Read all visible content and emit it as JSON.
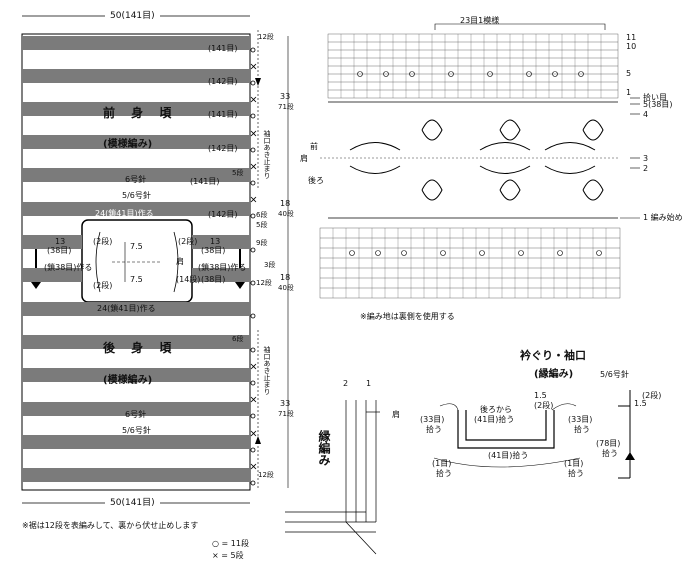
{
  "garment": {
    "top_width": "50(141目)",
    "bottom_width": "50(141目)",
    "front": {
      "title": "前 身 頃",
      "pattern": "(模様編み)",
      "needle": "6号針",
      "needle_alt": "5/6号針"
    },
    "back": {
      "title": "後 身 頃",
      "pattern": "(模様編み)",
      "needle": "6号針",
      "needle_alt": "5/6号針"
    },
    "row_labels": [
      "(141目)",
      "(142目)",
      "(141目)",
      "(142目)",
      "(141目)",
      "(142目)"
    ],
    "side_rows": {
      "top_12": "12段",
      "front_33": "33",
      "front_71": "71段",
      "front_18": "18",
      "front_40": "40段",
      "back_18": "18",
      "back_40": "40段",
      "back_33": "33",
      "back_71": "71段",
      "bottom_12": "12段",
      "five_a": "5段",
      "six_a": "6段",
      "five_b": "5段",
      "nine": "9段",
      "three": "3段",
      "twelve_mid": "12段",
      "six_b": "6段"
    },
    "slit_front": "袖口あき止まり",
    "slit_back": "袖口あき止まり",
    "neck": {
      "top": "24(鎖41目)作る",
      "bottom": "24(鎖41目)作る",
      "left_w": "13",
      "left_n": "(38目)",
      "left_make": "(鎖38目)作る",
      "left_row_top": "(2段)",
      "left_row_bot": "(2段)",
      "right_w": "13",
      "right_n": "(38目)",
      "right_make": "(鎖38目)作る",
      "right_row_top": "(2段)",
      "right_row_bot": "(14段)",
      "right_n2": "(38目)",
      "center_top": "7.5",
      "center_bot": "7.5",
      "shoulder": "肩"
    },
    "note": "※裾は12段を表編みして、裏から伏せ止めします",
    "legend_o": "○ = 11段",
    "legend_x": "× = 5段"
  },
  "chart": {
    "repeat": "23目1模様",
    "row_numbers": [
      "11",
      "10",
      "5",
      "1",
      "5(38目)",
      "4",
      "3",
      "2",
      "1"
    ],
    "pick": "拾い目",
    "start": "1 編み始め",
    "front_label": "前",
    "shoulder_label": "肩",
    "back_label": "後ろ",
    "note": "※編み地は裏側を使用する"
  },
  "edging": {
    "title": "衿ぐり・袖口",
    "subtitle": "(縁編み)",
    "needle": "5/6号針",
    "vertical_title": "縁編み",
    "col2": "2",
    "col1": "1",
    "shoulder": "肩",
    "left_pick": "(33目)",
    "left_pick2": "拾う",
    "back_pick1": "後ろから",
    "back_pick2": "(41目)拾う",
    "right_pick": "(33目)",
    "right_pick2": "拾う",
    "rows": "1.5",
    "rows2": "(2段)",
    "front_pick": "(41目)拾う",
    "left_1": "(1目)",
    "left_1b": "拾う",
    "right_1": "(1目)",
    "right_1b": "拾う",
    "sleeve_rows": "1.5",
    "sleeve_rows2": "(2段)",
    "sleeve_pick": "(78目)",
    "sleeve_pick2": "拾う"
  }
}
